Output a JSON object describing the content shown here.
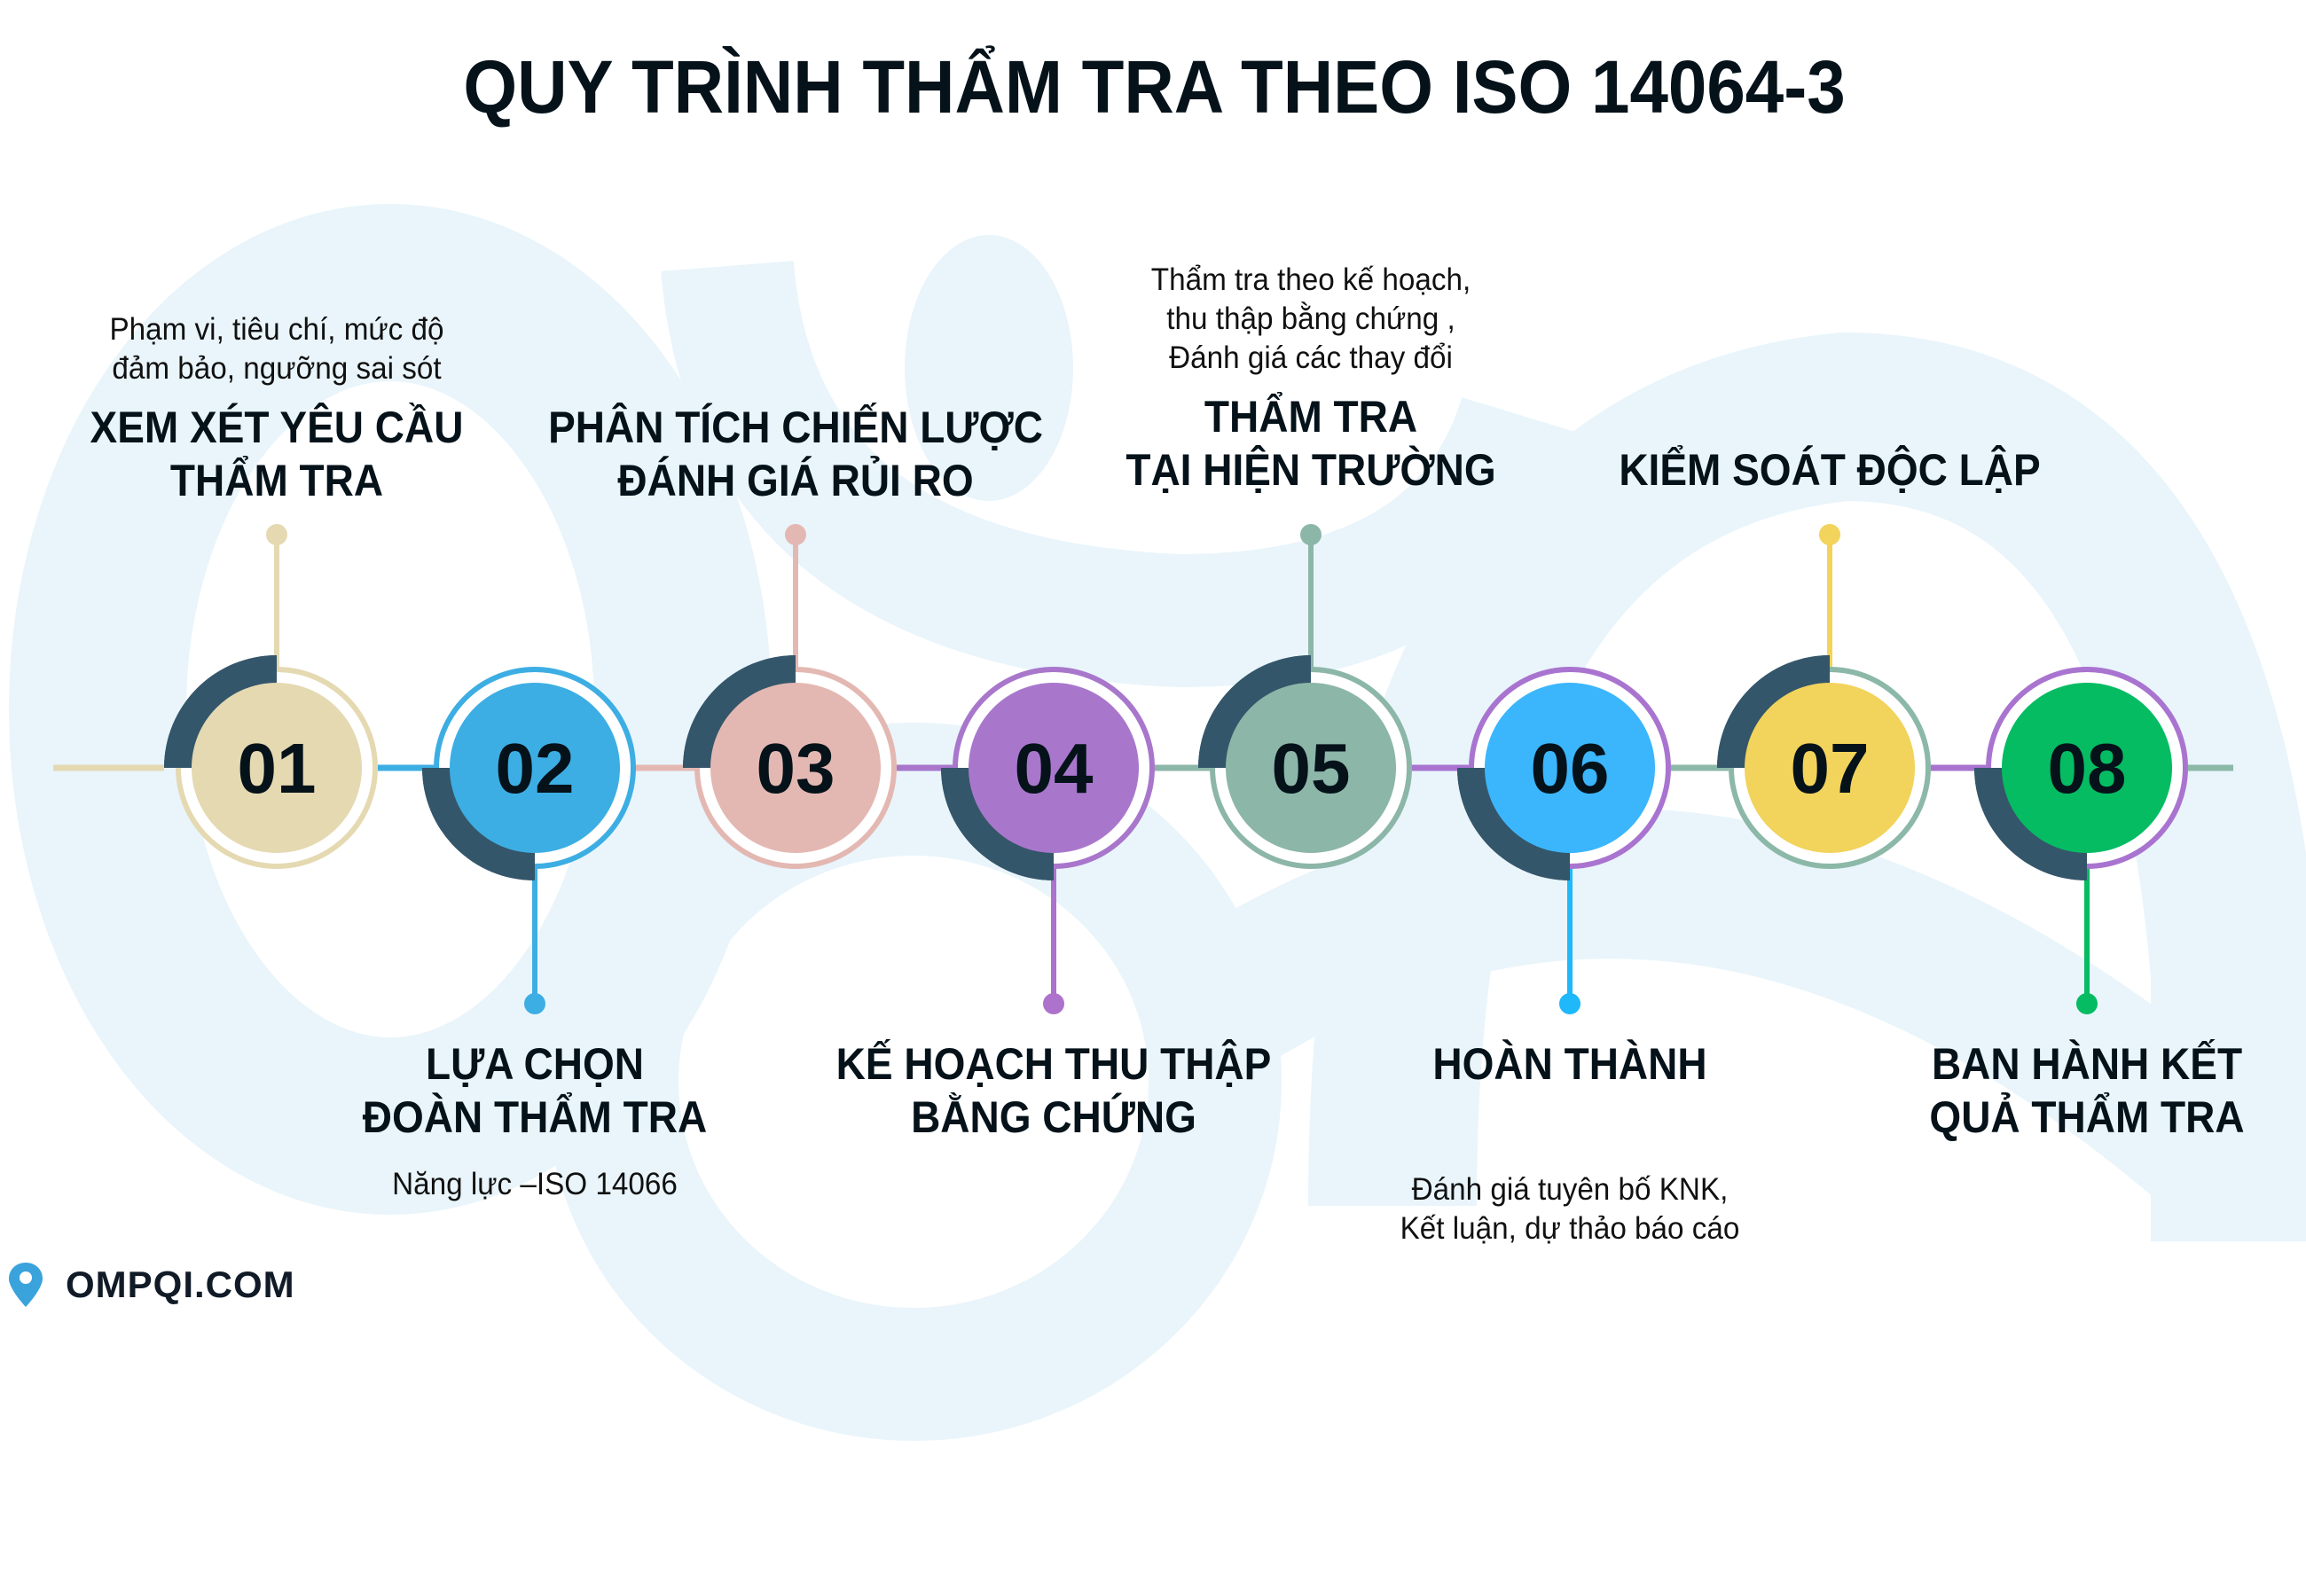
{
  "title": "QUY TRÌNH THẨM TRA THEO ISO 14064-3",
  "colors": {
    "dark_arc": "#34566a",
    "watermark": "#e9f5fb",
    "text": "#05121a"
  },
  "steps": [
    {
      "number": "01",
      "position": "top",
      "title_lines": [
        "XEM XÉT YÊU CẦU",
        "THẨM TRA"
      ],
      "sub_lines": [
        "Phạm vi, tiêu chí, mức độ",
        "đảm bảo, ngưỡng sai sót"
      ],
      "fill": "#e5d9b2",
      "ring": "#e5d9b2",
      "accent": "#e5d9b2"
    },
    {
      "number": "02",
      "position": "bottom",
      "title_lines": [
        "LỰA CHỌN",
        "ĐOÀN THẨM TRA"
      ],
      "sub_lines": [
        "Năng lực –ISO 14066"
      ],
      "fill": "#3daee3",
      "ring": "#3daee3",
      "accent": "#3daee3"
    },
    {
      "number": "03",
      "position": "top",
      "title_lines": [
        "PHÂN TÍCH CHIẾN LƯỢC",
        "ĐÁNH GIÁ RỦI RO"
      ],
      "sub_lines": [],
      "fill": "#e4b8b2",
      "ring": "#e4b8b2",
      "accent": "#e4b8b2"
    },
    {
      "number": "04",
      "position": "bottom",
      "title_lines": [
        "KẾ HOẠCH THU THẬP",
        "BẰNG CHỨNG"
      ],
      "sub_lines": [],
      "fill": "#a877cc",
      "ring": "#a877cc",
      "accent": "#ad72cc"
    },
    {
      "number": "05",
      "position": "top",
      "title_lines": [
        "THẨM TRA",
        "TẠI HIỆN TRƯỜNG"
      ],
      "sub_lines": [
        "Thẩm tra theo kế hoạch,",
        "thu thập bằng chứng ,",
        "Đánh giá các thay đổi"
      ],
      "fill": "#8cb6a8",
      "ring": "#8cb6a8",
      "accent": "#8cb6a8"
    },
    {
      "number": "06",
      "position": "bottom",
      "title_lines": [
        "HOÀN THÀNH"
      ],
      "sub_lines": [
        "Đánh giá tuyên bố KNK,",
        "Kết luận, dự thảo báo cáo"
      ],
      "fill": "#3bb6fc",
      "ring": "#a974d0",
      "accent": "#1fb8fb"
    },
    {
      "number": "07",
      "position": "top",
      "title_lines": [
        "KIỂM SOÁT ĐỘC LẬP"
      ],
      "sub_lines": [],
      "fill": "#f2d35b",
      "ring": "#8cb8a8",
      "accent": "#f2d35b"
    },
    {
      "number": "08",
      "position": "bottom",
      "title_lines": [
        "BAN HÀNH KẾT",
        "QUẢ THẨM TRA"
      ],
      "sub_lines": [],
      "fill": "#05bc63",
      "ring": "#a974d0",
      "accent": "#05bc63"
    }
  ],
  "connectors": [
    {
      "from": "start",
      "to": "01",
      "color": "#e5d9b2"
    },
    {
      "from": "01",
      "to": "02",
      "color": "#3daee3"
    },
    {
      "from": "02",
      "to": "03",
      "color": "#e4b8b2"
    },
    {
      "from": "03",
      "to": "04",
      "color": "#a877cc"
    },
    {
      "from": "04",
      "to": "05",
      "color": "#8cb6a8"
    },
    {
      "from": "05",
      "to": "06",
      "color": "#a974d0"
    },
    {
      "from": "06",
      "to": "07",
      "color": "#8cb8a8"
    },
    {
      "from": "07",
      "to": "08",
      "color": "#a974d0"
    },
    {
      "from": "08",
      "to": "end",
      "color": "#8cb8a8"
    }
  ],
  "footer": {
    "icon": "map-pin-icon",
    "pin_color": "#3aa3dc",
    "site": "OMPQI.COM"
  }
}
